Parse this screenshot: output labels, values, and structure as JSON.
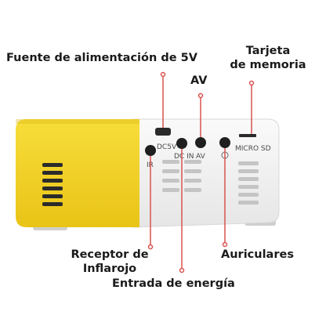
{
  "labels": {
    "power_supply": "Fuente de alimentación de 5V",
    "av": "AV",
    "memory_card_line1": "Tarjeta",
    "memory_card_line2": "de memoria",
    "ir_receiver_line1": "Receptor de",
    "ir_receiver_line2": "Inflarojo",
    "power_input": "Entrada de energía",
    "headphones": "Auriculares"
  },
  "port_labels": {
    "dc5v": "DC5V",
    "ir": "IR",
    "dc_in": "DC IN",
    "av": "AV",
    "micro_sd": "MICRO SD"
  },
  "colors": {
    "yellow": "#f2d21f",
    "body_white": "#f1f1f1",
    "leader_red": "#d9534f"
  }
}
